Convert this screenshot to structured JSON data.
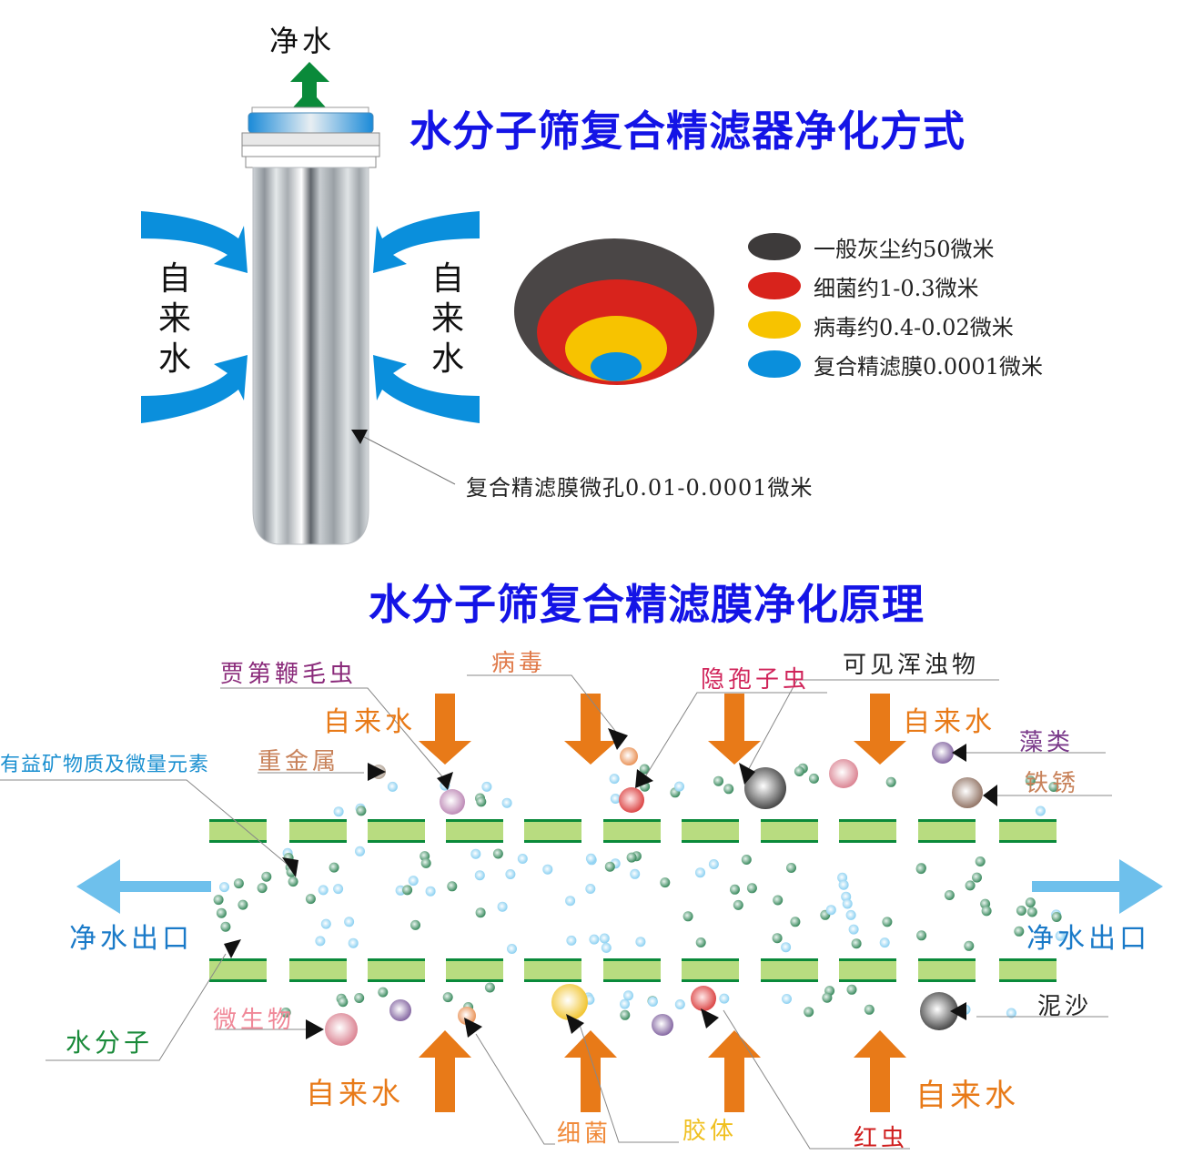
{
  "top": {
    "title": "水分子筛复合精滤器净化方式",
    "outlet_label": "净水",
    "inlet_label_left": "自来水",
    "inlet_label_right": "自来水",
    "membrane_caption": "复合精滤膜微孔0.01-0.0001微米",
    "legend": [
      {
        "label": "一般灰尘约50微米",
        "color": "#3d3a3a"
      },
      {
        "label": "细菌约1-0.3微米",
        "color": "#d8231c"
      },
      {
        "label": "病毒约0.4-0.02微米",
        "color": "#f7c300"
      },
      {
        "label": "复合精滤膜0.0001微米",
        "color": "#0a8fdc"
      }
    ]
  },
  "bottom": {
    "title": "水分子筛复合精滤膜净化原理",
    "inlet_label": "自来水",
    "outlet_label": "净水出口",
    "labels": {
      "giardia": "贾第鞭毛虫",
      "virus": "病毒",
      "cryptosporidium": "隐孢子虫",
      "visible_turbidity": "可见浑浊物",
      "minerals": "有益矿物质及微量元素",
      "heavy_metal": "重金属",
      "algae": "藻类",
      "rust": "铁锈",
      "water_molecule": "水分子",
      "microorganism": "微生物",
      "bacteria": "细菌",
      "colloid": "胶体",
      "red_worm": "红虫",
      "silt": "泥沙"
    },
    "label_colors": {
      "giardia": "#8a2a7a",
      "virus": "#e07a4a",
      "cryptosporidium": "#d0245a",
      "visible_turbidity": "#222222",
      "minerals": "#1a8fd0",
      "heavy_metal": "#c8825a",
      "algae": "#7a3a8a",
      "rust": "#c8825a",
      "water_molecule": "#1a8a3a",
      "microorganism": "#f08898",
      "bacteria": "#f08a3a",
      "colloid": "#f0c020",
      "red_worm": "#d02020",
      "silt": "#222222",
      "inlet": "#e87a18",
      "outlet": "#1a7ac8"
    }
  }
}
